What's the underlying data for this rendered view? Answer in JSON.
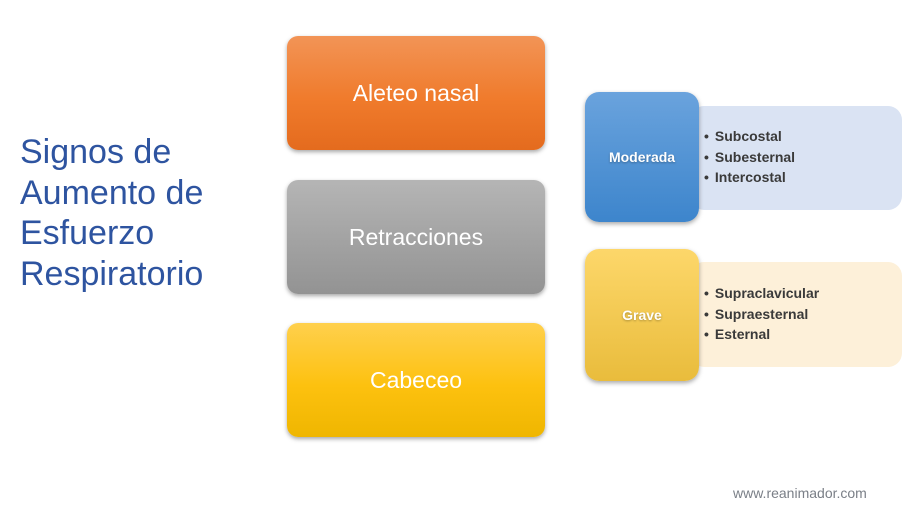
{
  "title_lines": [
    "Signos de",
    "Aumento de",
    "Esfuerzo",
    "Respiratorio"
  ],
  "signs": [
    "Aleteo nasal",
    "Retracciones",
    "Cabeceo"
  ],
  "severity": [
    {
      "label": "Moderada",
      "items": [
        "Subcostal",
        "Subesternal",
        "Intercostal"
      ]
    },
    {
      "label": "Grave",
      "items": [
        "Supraclavicular",
        "Supraesternal",
        "Esternal"
      ]
    }
  ],
  "footer": "www.reanimador.com"
}
